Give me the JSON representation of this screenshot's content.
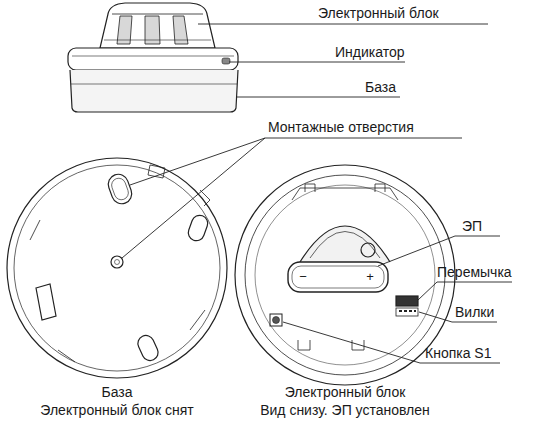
{
  "diagram": {
    "labels": [
      "Электронный блок",
      "Индикатор",
      "База",
      "Монтажные отверстия",
      "ЭП",
      "Перемычка",
      "Вилки",
      "Кнопка S1",
      "−",
      "+",
      "База",
      "Электронный блок снят",
      "Электронный блок",
      "Вид снизу. ЭП установлен"
    ]
  }
}
